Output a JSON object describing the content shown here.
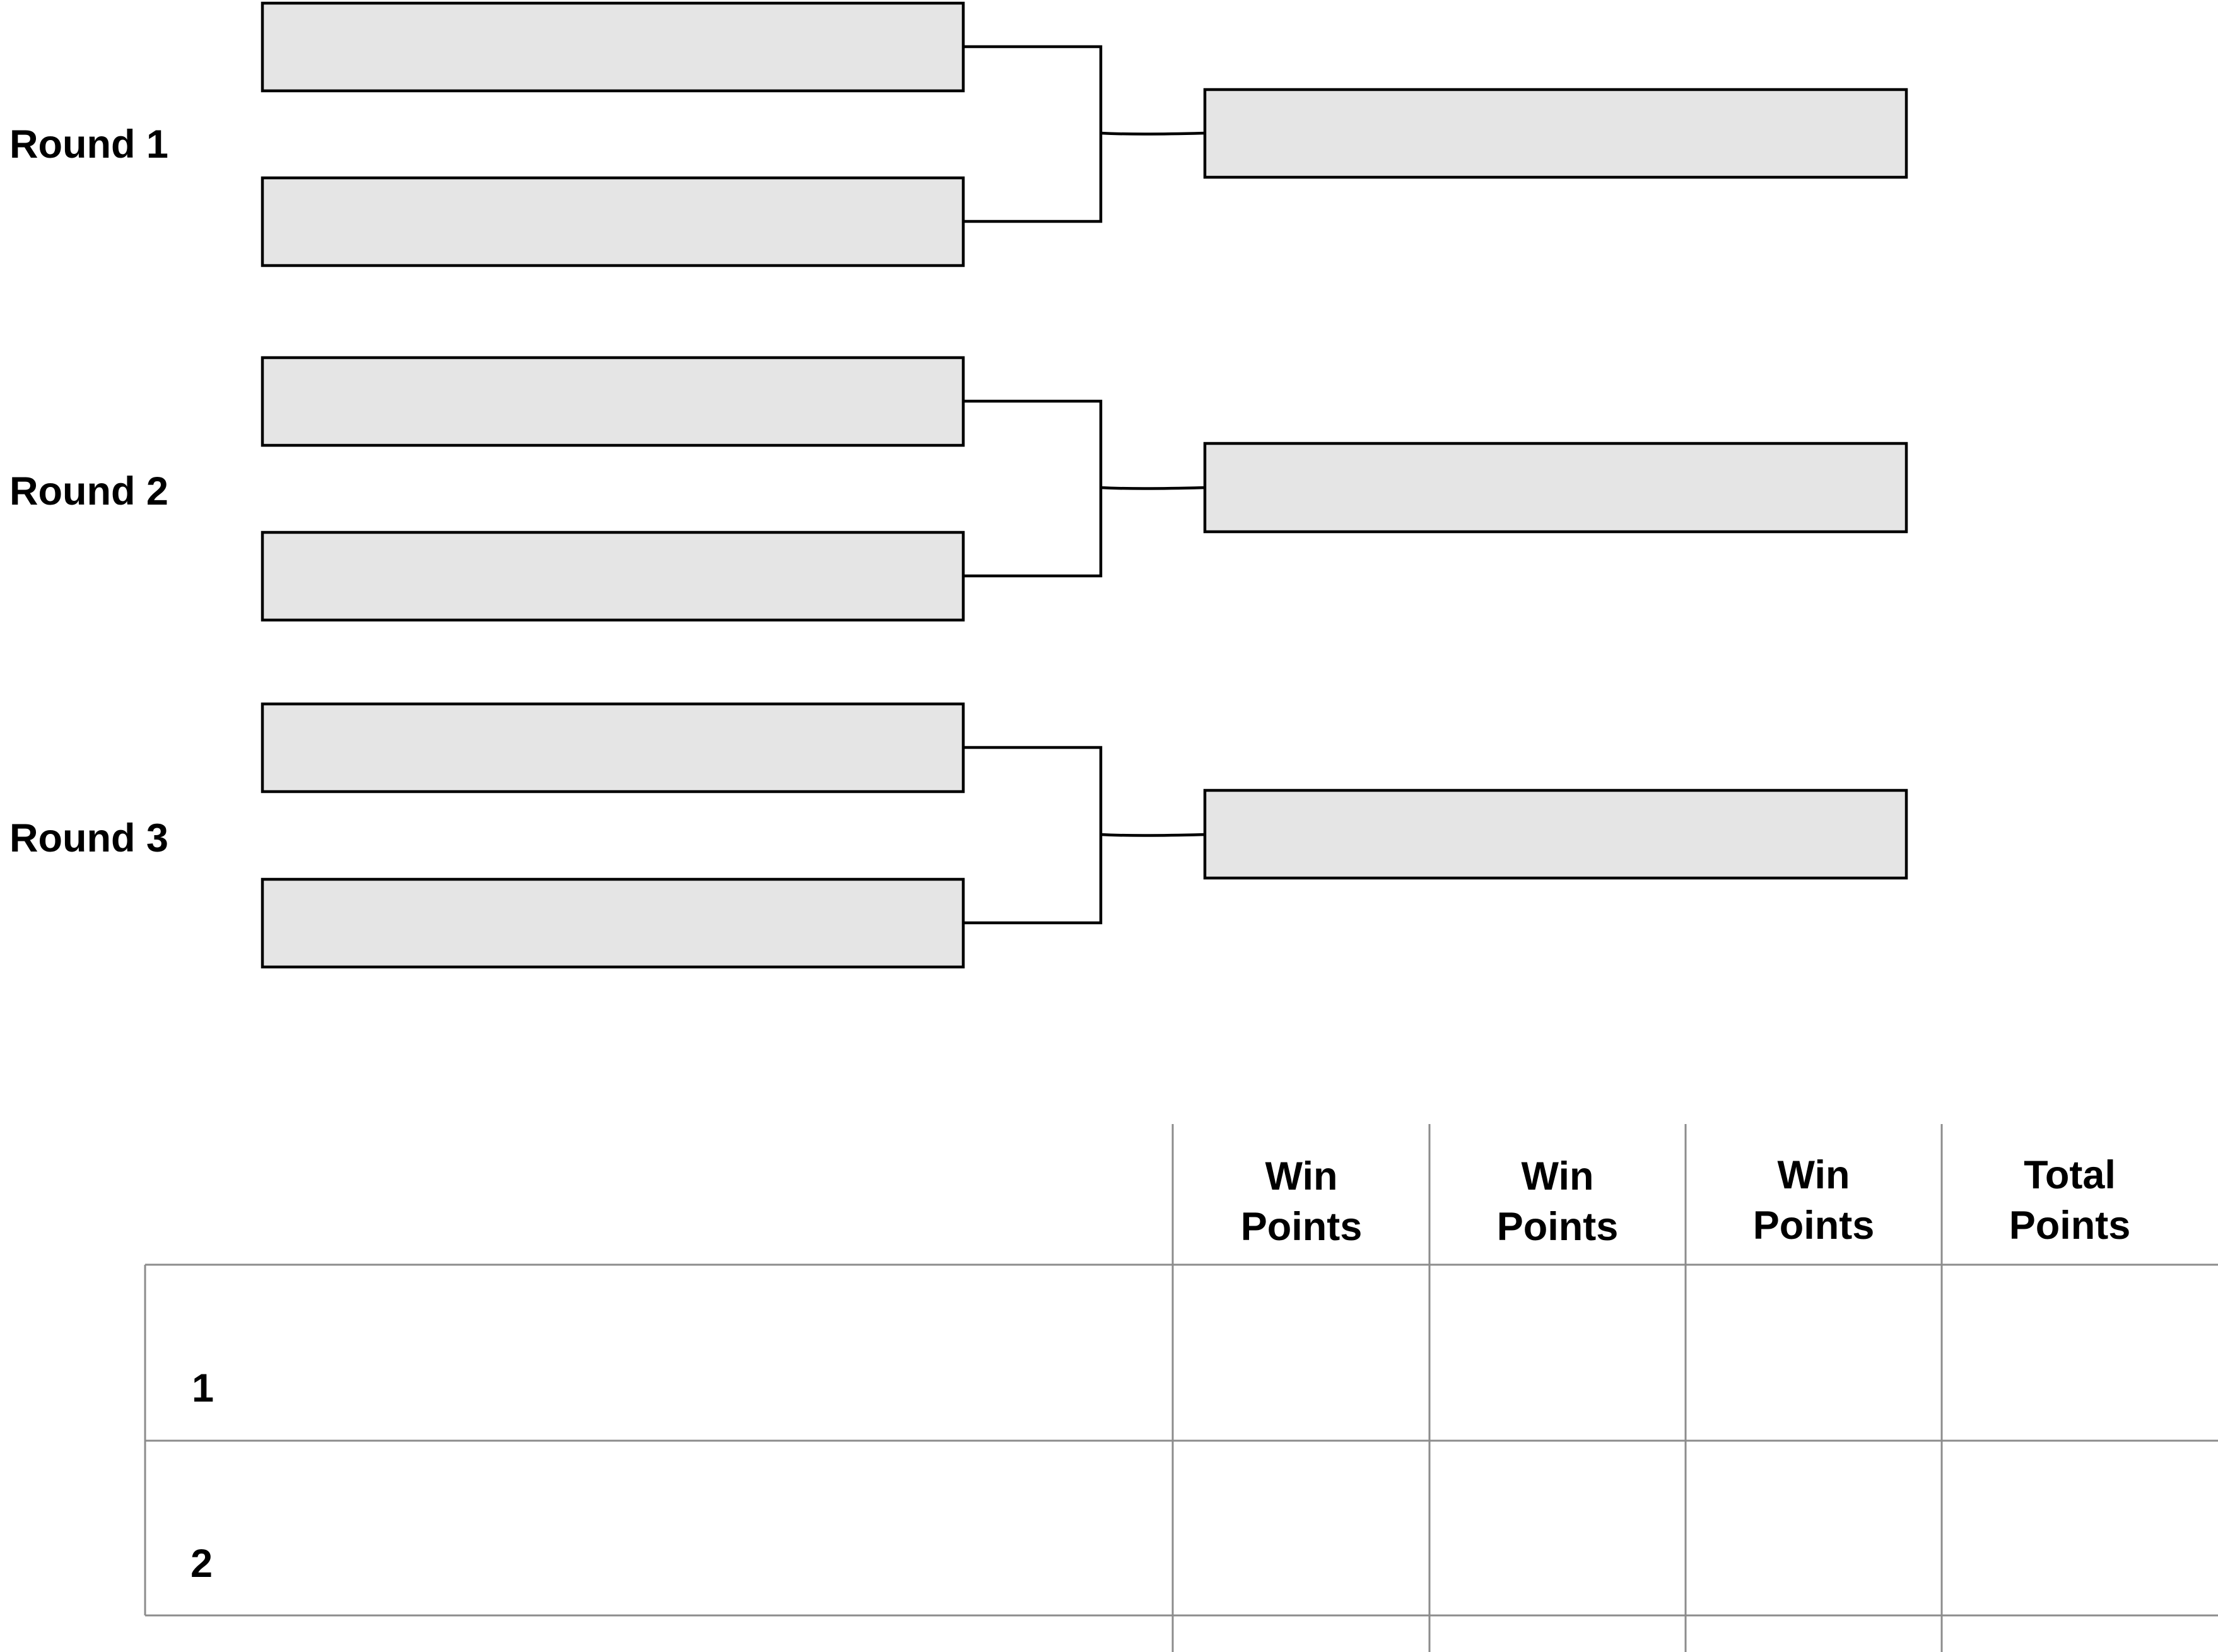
{
  "rounds": [
    {
      "label": "Round 1"
    },
    {
      "label": "Round 2"
    },
    {
      "label": "Round 3"
    }
  ],
  "scoreboard": {
    "columns": [
      {
        "line1": "Win",
        "line2": "Points"
      },
      {
        "line1": "Win",
        "line2": "Points"
      },
      {
        "line1": "Win",
        "line2": "Points"
      },
      {
        "line1": "Total",
        "line2": "Points"
      }
    ],
    "rows": [
      {
        "number": "1"
      },
      {
        "number": "2"
      }
    ]
  }
}
